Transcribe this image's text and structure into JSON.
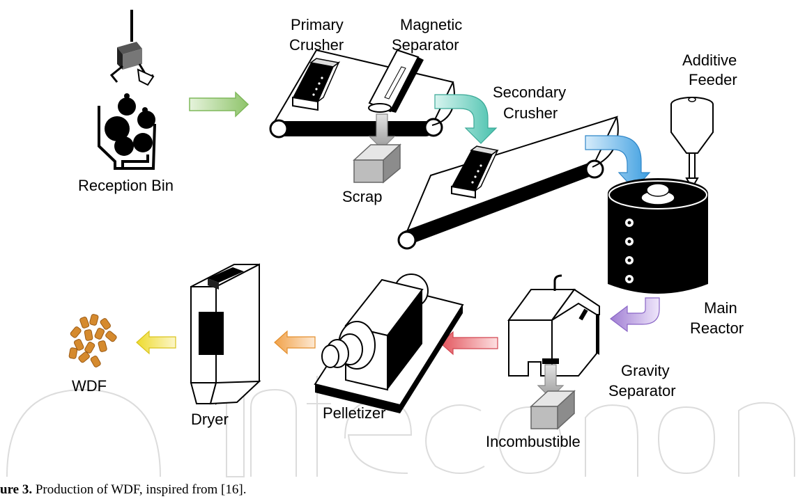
{
  "labels": {
    "reception_bin": "Reception Bin",
    "primary_crusher_1": "Primary",
    "primary_crusher_2": "Crusher",
    "magnetic_separator_1": "Magnetic",
    "magnetic_separator_2": "Separator",
    "scrap": "Scrap",
    "secondary_crusher_1": "Secondary",
    "secondary_crusher_2": "Crusher",
    "additive_feeder_1": "Additive",
    "additive_feeder_2": "Feeder",
    "main_reactor_1": "Main",
    "main_reactor_2": "Reactor",
    "gravity_separator_1": "Gravity",
    "gravity_separator_2": "Separator",
    "incombustible": "Incombustible",
    "pelletizer": "Pelletizer",
    "dryer": "Dryer",
    "wdf": "WDF"
  },
  "caption": {
    "prefix": "ure 3.",
    "text": " Production of WDF, inspired from [16]."
  },
  "arrow_colors": {
    "green": "#a9d18e",
    "teal": "#7fd4c6",
    "blue": "#6fb3e6",
    "purple": "#b69bd9",
    "red": "#e8747a",
    "orange": "#f5b26b",
    "yellow": "#f2e35a"
  }
}
